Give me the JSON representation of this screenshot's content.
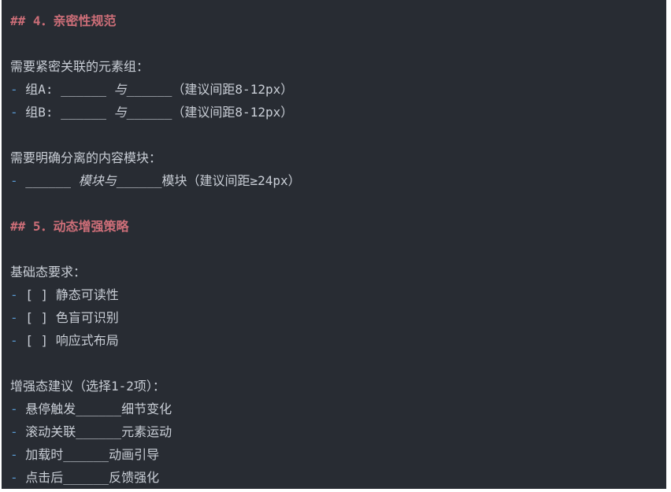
{
  "page": {
    "outer_background": "#ffffff",
    "panel_background": "#282c33"
  },
  "colors": {
    "heading": "#cd6e78",
    "text": "#c9ced6",
    "bullet": "#5898d0"
  },
  "document": {
    "lines": [
      {
        "type": "heading",
        "segments": [
          {
            "t": "## 4．亲密性规范",
            "s": "heading"
          }
        ]
      },
      {
        "type": "blank",
        "segments": []
      },
      {
        "type": "paragraph",
        "segments": [
          {
            "t": "需要紧密关联的元素组：",
            "s": "text"
          }
        ]
      },
      {
        "type": "list-item",
        "segments": [
          {
            "t": "- ",
            "s": "bullet"
          },
          {
            "t": "组A: ______ ",
            "s": "text"
          },
          {
            "t": "与",
            "s": "italic"
          },
          {
            "t": "______（建议间距8-12px）",
            "s": "text"
          }
        ]
      },
      {
        "type": "list-item",
        "segments": [
          {
            "t": "- ",
            "s": "bullet"
          },
          {
            "t": "组B: ______ ",
            "s": "text"
          },
          {
            "t": "与",
            "s": "italic"
          },
          {
            "t": "______（建议间距8-12px）",
            "s": "text"
          }
        ]
      },
      {
        "type": "blank",
        "segments": []
      },
      {
        "type": "paragraph",
        "segments": [
          {
            "t": "需要明确分离的内容模块：",
            "s": "text"
          }
        ]
      },
      {
        "type": "list-item",
        "segments": [
          {
            "t": "- ",
            "s": "bullet"
          },
          {
            "t": "______ ",
            "s": "text"
          },
          {
            "t": "模块与",
            "s": "italic"
          },
          {
            "t": "______模块（建议间距≥24px）",
            "s": "text"
          }
        ]
      },
      {
        "type": "blank",
        "segments": []
      },
      {
        "type": "heading",
        "segments": [
          {
            "t": "## 5．动态增强策略",
            "s": "heading"
          }
        ]
      },
      {
        "type": "blank",
        "segments": []
      },
      {
        "type": "paragraph",
        "segments": [
          {
            "t": "基础态要求：",
            "s": "text"
          }
        ]
      },
      {
        "type": "list-item",
        "segments": [
          {
            "t": "- ",
            "s": "bullet"
          },
          {
            "t": "[ ] 静态可读性",
            "s": "text"
          }
        ]
      },
      {
        "type": "list-item",
        "segments": [
          {
            "t": "- ",
            "s": "bullet"
          },
          {
            "t": "[ ] 色盲可识别",
            "s": "text"
          }
        ]
      },
      {
        "type": "list-item",
        "segments": [
          {
            "t": "- ",
            "s": "bullet"
          },
          {
            "t": "[ ] 响应式布局",
            "s": "text"
          }
        ]
      },
      {
        "type": "blank",
        "segments": []
      },
      {
        "type": "paragraph",
        "segments": [
          {
            "t": "增强态建议（选择1-2项）：",
            "s": "text"
          }
        ]
      },
      {
        "type": "list-item",
        "segments": [
          {
            "t": "- ",
            "s": "bullet"
          },
          {
            "t": "悬停触发______细节变化",
            "s": "text"
          }
        ]
      },
      {
        "type": "list-item",
        "segments": [
          {
            "t": "- ",
            "s": "bullet"
          },
          {
            "t": "滚动关联______元素运动",
            "s": "text"
          }
        ]
      },
      {
        "type": "list-item",
        "segments": [
          {
            "t": "- ",
            "s": "bullet"
          },
          {
            "t": "加载时______动画引导",
            "s": "text"
          }
        ]
      },
      {
        "type": "list-item",
        "segments": [
          {
            "t": "- ",
            "s": "bullet"
          },
          {
            "t": "点击后______反馈强化",
            "s": "text"
          }
        ]
      }
    ]
  }
}
